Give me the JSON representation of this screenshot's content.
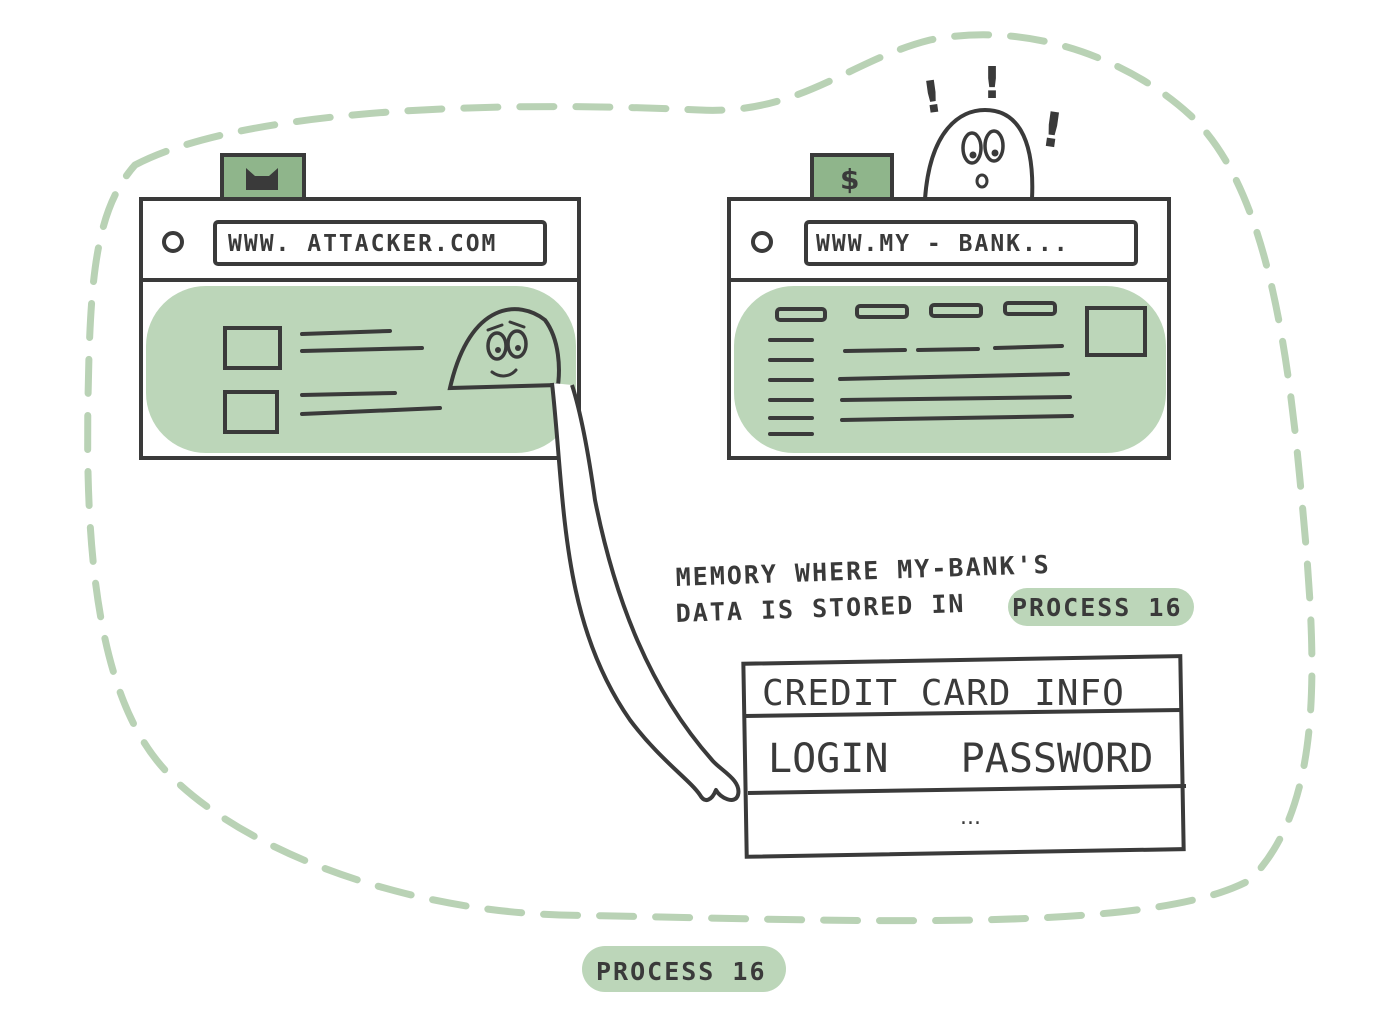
{
  "colors": {
    "ink": "#3a3a3a",
    "green_fill": "#bcd6b9",
    "green_dash": "#b9d2b5",
    "green_tab": "#8fb58b"
  },
  "attacker_window": {
    "url": "WWW. ATTACKER.COM",
    "tab_icon": "cat-icon"
  },
  "bank_window": {
    "url": "WWW.MY - BANK...",
    "tab_icon": "dollar-icon",
    "tab_symbol": "$"
  },
  "alarm_marks": [
    "!",
    "!",
    "!"
  ],
  "memory_caption": {
    "line1": "MEMORY WHERE MY-BANK'S",
    "line2": "DATA IS STORED IN",
    "highlight": "PROCESS 16"
  },
  "memory_table": {
    "rows": [
      "CREDIT CARD INFO",
      "LOGIN   PASSWORD",
      "..."
    ]
  },
  "process_label": "PROCESS 16"
}
